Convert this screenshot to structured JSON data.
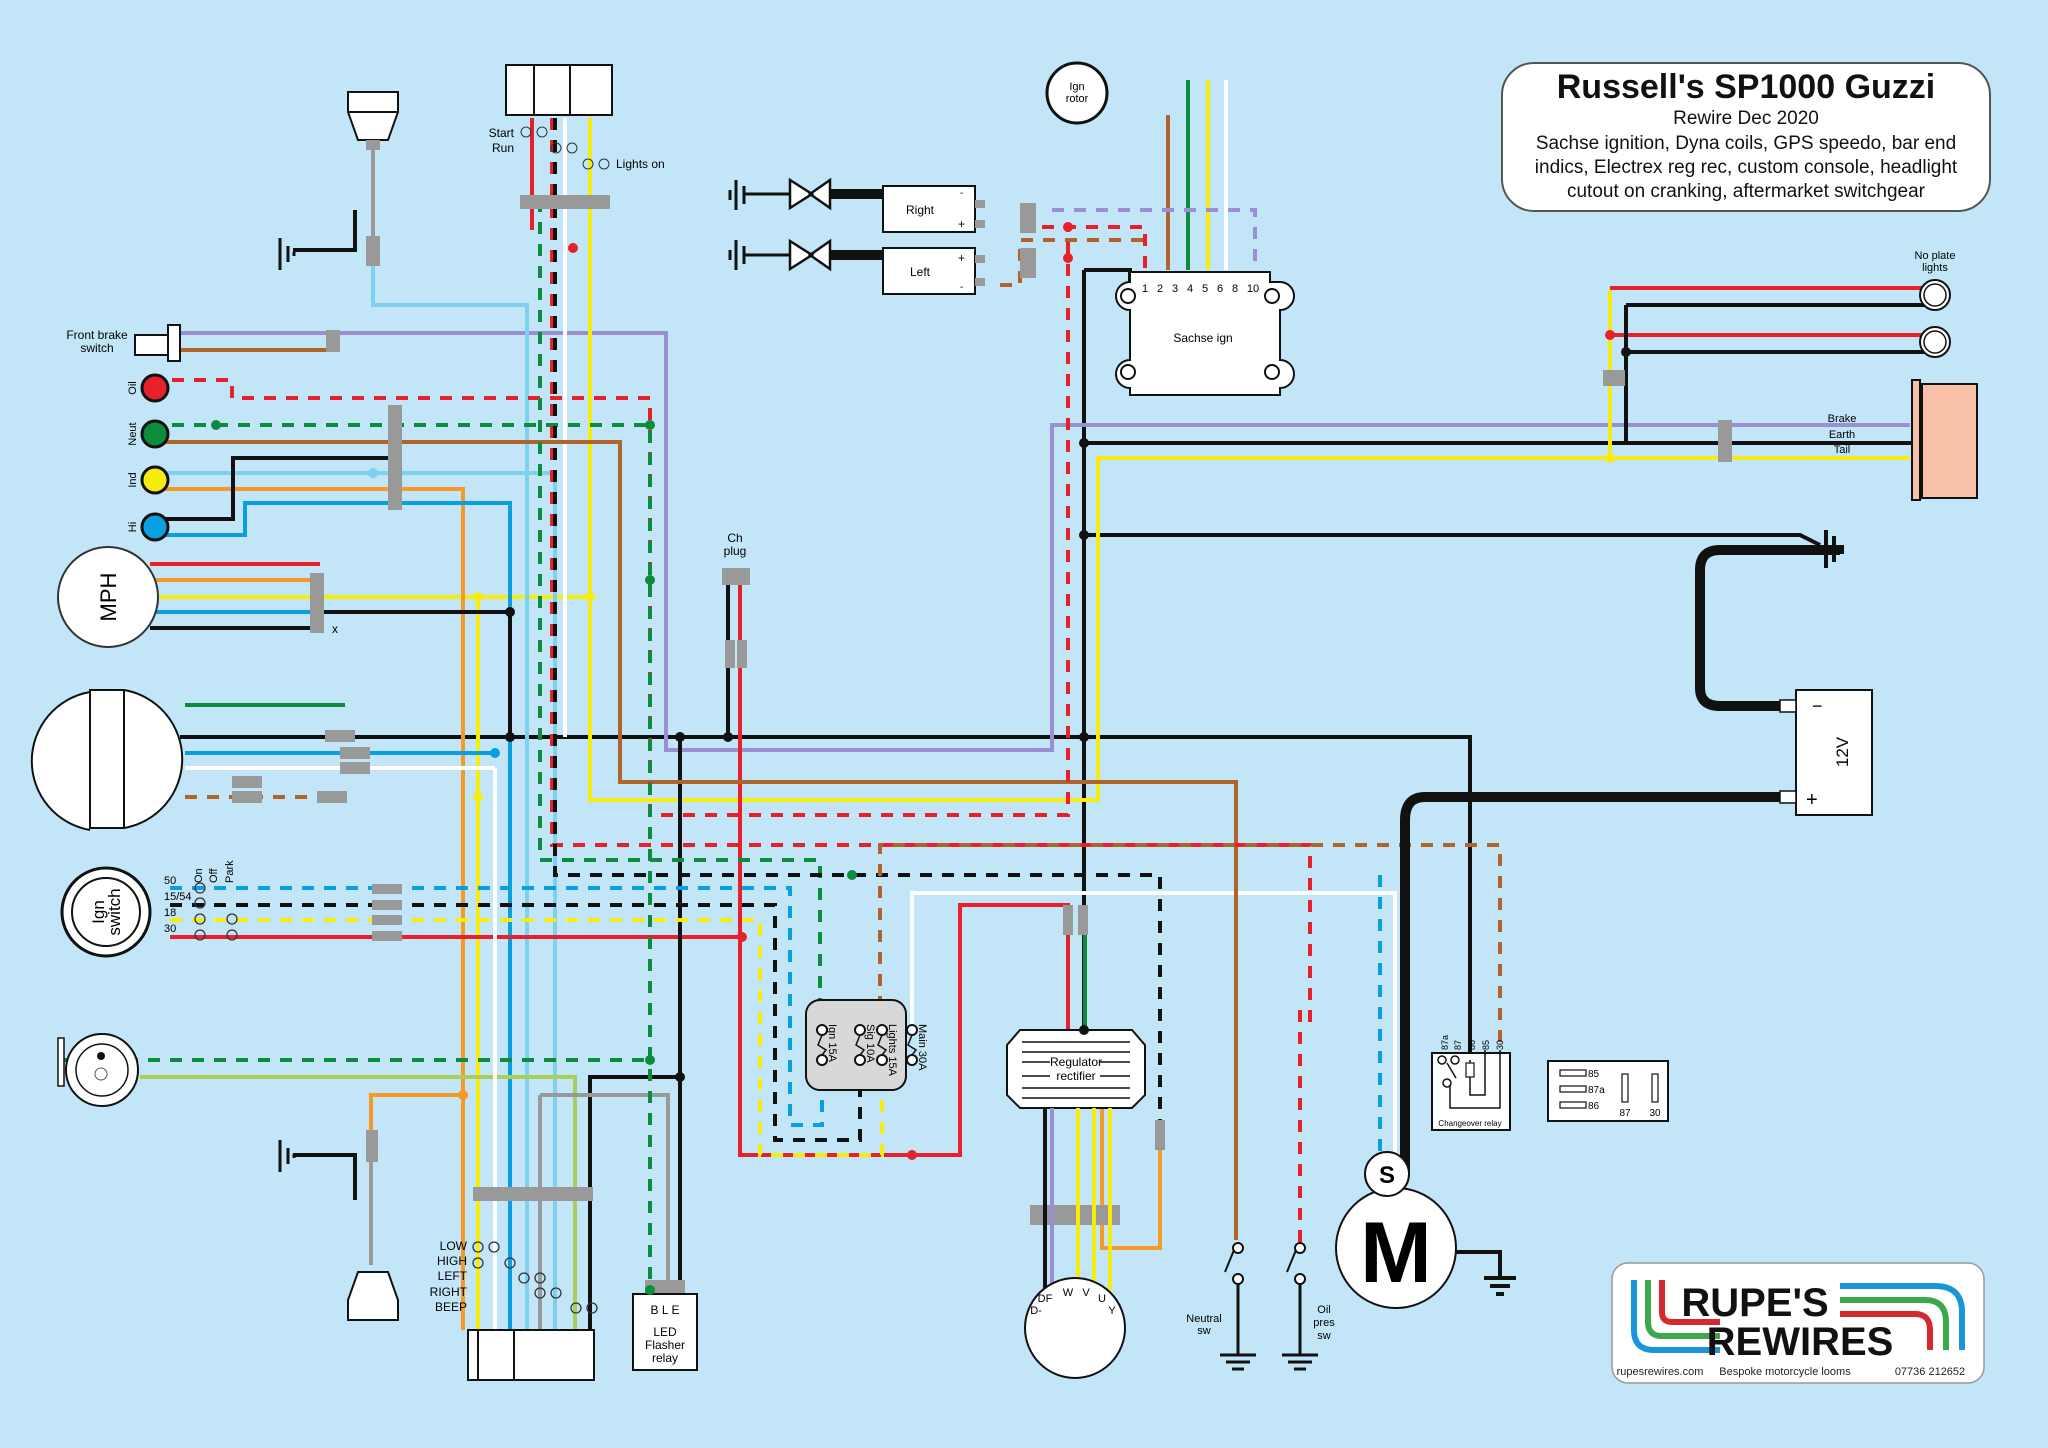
{
  "title_box": {
    "title": "Russell's SP1000 Guzzi",
    "subtitle": "Rewire Dec 2020",
    "desc_line1": "Sachse ignition, Dyna coils, GPS speedo, bar end",
    "desc_line2": "indics, Electrex reg rec, custom console, headlight",
    "desc_line3": "cutout on cranking, aftermarket switchgear"
  },
  "colors": {
    "background": "#c2e6f8",
    "red": "#e8202a",
    "black": "#111111",
    "yellow": "#f7ec0f",
    "green": "#0e8c3e",
    "brown": "#b0642c",
    "orange": "#f39a28",
    "blue": "#0aa0e0",
    "lightblue": "#7fcfee",
    "purple": "#9a8fd0",
    "grey": "#999999",
    "white": "#ffffff",
    "lightgreen": "#a9cf5a",
    "taillight": "#f9c0a8"
  },
  "components": {
    "front_brake_switch": "Front brake\nswitch",
    "front_brake_l1": "Front brake",
    "front_brake_l2": "switch",
    "warning_lights": [
      {
        "label": "Oil",
        "color": "#e8202a"
      },
      {
        "label": "Neut",
        "color": "#0e8c3e"
      },
      {
        "label": "Ind",
        "color": "#f7ec0f"
      },
      {
        "label": "Hi",
        "color": "#0aa0e0"
      }
    ],
    "speedo": "MPH",
    "speedo_x_mark": "x",
    "ign_switch_l1": "Ign",
    "ign_switch_l2": "switch",
    "ign_terminals": [
      "50",
      "15/54",
      "18",
      "30"
    ],
    "ign_positions": [
      "On",
      "Off",
      "Park"
    ],
    "right_switch": {
      "positions": [
        "Start",
        "Run",
        "Lights on"
      ]
    },
    "left_switch": {
      "positions": [
        "LOW",
        "HIGH",
        "LEFT",
        "RIGHT",
        "BEEP"
      ]
    },
    "flasher_relay": {
      "terminals": "B  L  E",
      "l1": "LED",
      "l2": "Flasher",
      "l3": "relay"
    },
    "charge_plug_l1": "Ch",
    "charge_plug_l2": "plug",
    "ign_rotor_l1": "Ign",
    "ign_rotor_l2": "rotor",
    "coils": [
      {
        "label": "Right",
        "top": "-",
        "bottom": "+"
      },
      {
        "label": "Left",
        "top": "+",
        "bottom": "-"
      }
    ],
    "sachse": {
      "label": "Sachse ign",
      "pins": [
        "1",
        "2",
        "3",
        "4",
        "5",
        "6",
        "8",
        "10"
      ]
    },
    "fuses": [
      {
        "label": "Ign 15A"
      },
      {
        "label": "Sig 10A"
      },
      {
        "label": "Lights 15A"
      },
      {
        "label": "Main 30A"
      }
    ],
    "regulator_l1": "Regulator",
    "regulator_l2": "rectifier",
    "alternator_pins": [
      "D-",
      "DF",
      "W",
      "V",
      "U",
      "Y"
    ],
    "neutral_sw_l1": "Neutral",
    "neutral_sw_l2": "sw",
    "oil_sw_l1": "Oil",
    "oil_sw_l2": "pres",
    "oil_sw_l3": "sw",
    "starter_s": "S",
    "starter_m": "M",
    "battery": {
      "label": "12V",
      "neg": "−",
      "pos": "+"
    },
    "changeover_relay": {
      "label": "Changeover relay",
      "pins": [
        "87a",
        "87",
        "86",
        "85",
        "30"
      ]
    },
    "relay_pinout": {
      "pins_left": [
        "85",
        "87a",
        "86"
      ],
      "pins_right": [
        "87",
        "30"
      ]
    },
    "plate_lights_l1": "No plate",
    "plate_lights_l2": "lights",
    "tail_light_wires": [
      "Brake",
      "Earth",
      "Tail"
    ]
  },
  "logo": {
    "line1": "RUPE'S",
    "line2": "REWIRES",
    "website": "rupesrewires.com",
    "tagline": "Bespoke motorcycle looms",
    "phone": "07736 212652"
  }
}
